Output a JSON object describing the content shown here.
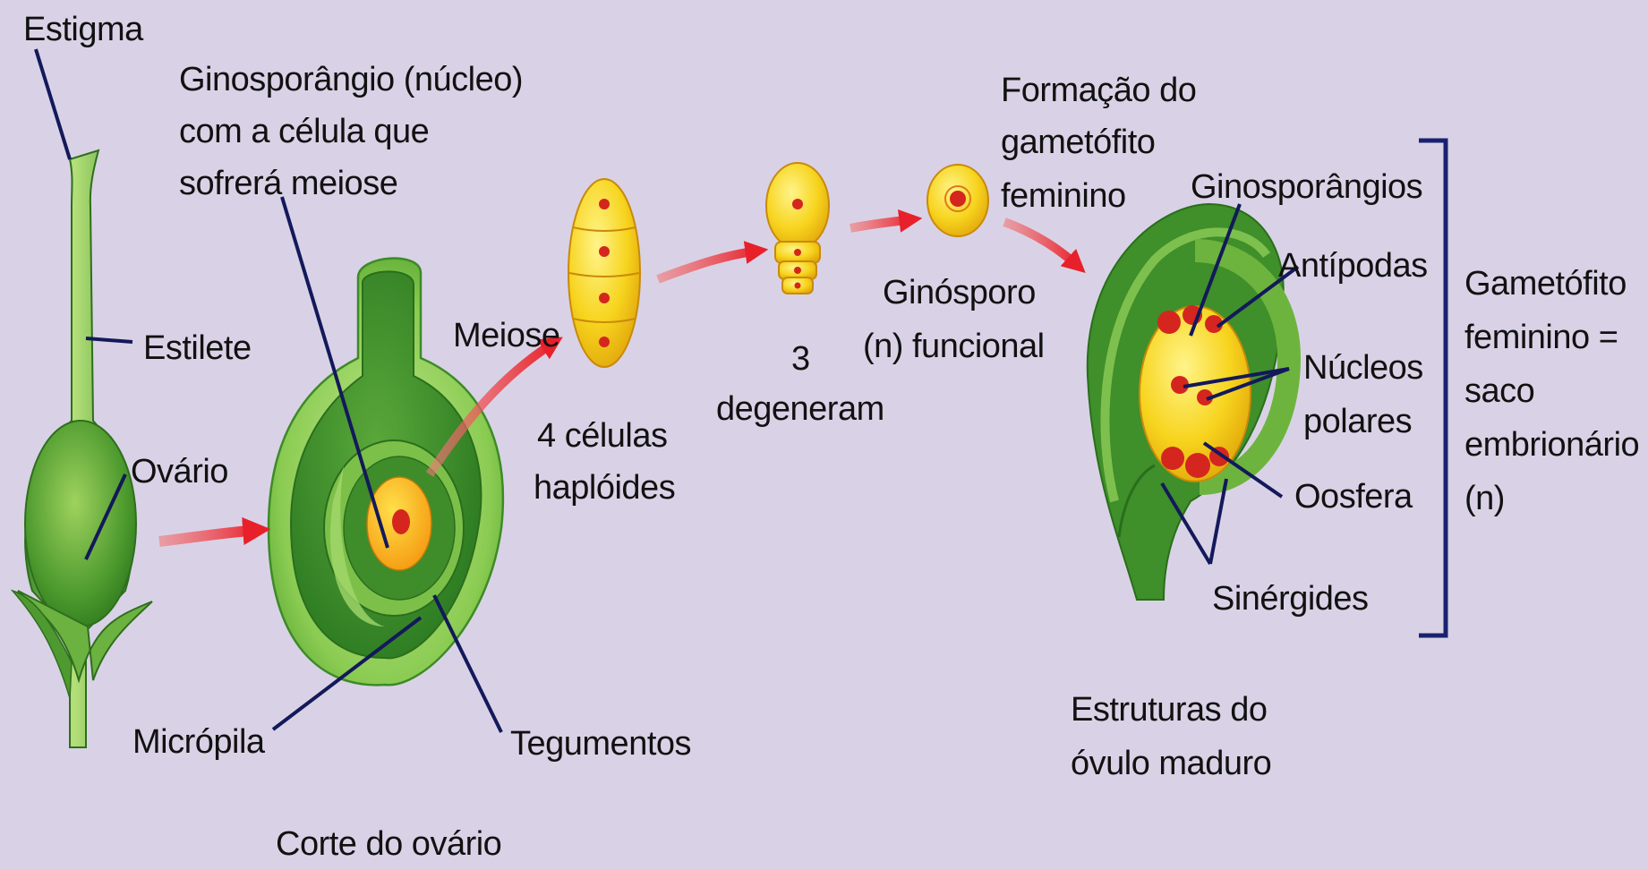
{
  "labels": {
    "estigma": "Estigma",
    "ginosporangio_l1": "Ginosporângio (núcleo)",
    "ginosporangio_l2": "com a célula que",
    "ginosporangio_l3": "sofrerá meiose",
    "estilete": "Estilete",
    "ovario": "Ovário",
    "micropila": "Micrópila",
    "tegumentos": "Tegumentos",
    "corte_ovario": "Corte do ovário",
    "meiose": "Meiose",
    "quatro_celulas_l1": "4 células",
    "quatro_celulas_l2": "haplóides",
    "tres_l1": "3",
    "tres_l2": "degeneram",
    "ginosporo_l1": "Ginósporo",
    "ginosporo_l2": "(n) funcional",
    "formacao_l1": "Formação do",
    "formacao_l2": "gametófito",
    "formacao_l3": "feminino",
    "ginosporangios": "Ginosporângios",
    "antipodas": "Antípodas",
    "nucleos_l1": "Núcleos",
    "nucleos_l2": "polares",
    "oosfera": "Oosfera",
    "sinergides": "Sinérgides",
    "gametofito_l1": "Gametófito",
    "gametofito_l2": "feminino =",
    "gametofito_l3": "saco",
    "gametofito_l4": "embrionário",
    "gametofito_l5": "(n)",
    "estruturas_l1": "Estruturas do",
    "estruturas_l2": "óvulo maduro"
  },
  "colors": {
    "background": "#d9d2e6",
    "arrow": "#e8202a",
    "leader_line": "#13195a",
    "bracket": "#1a2270",
    "tissue_green": "#5aa83a",
    "cell_yellow": "#f5d21c",
    "nucleus_red": "#d4261f"
  }
}
